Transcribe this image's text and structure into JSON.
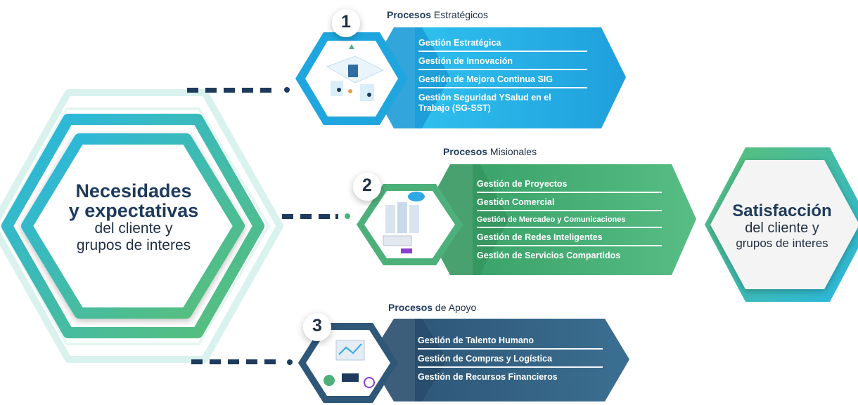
{
  "left_hex": {
    "bold_line1": "Necesidades",
    "bold_line2": "y expectativas",
    "line3": "del cliente y",
    "line4": "grupos de interes"
  },
  "right_hex": {
    "bold_line1": "Satisfacción",
    "line2": "del cliente y",
    "line3": "grupos de interes"
  },
  "sections": [
    {
      "number": "1",
      "title_bold": "Procesos",
      "title_rest": " Estratégicos",
      "color": "#29b3e8",
      "items": [
        "Gestión Estratégica",
        "Gestión de Innovación",
        "Gestión de Mejora Continua SIG",
        "Gestión Seguridad YSalud en el Trabajo (SG-SST)"
      ]
    },
    {
      "number": "2",
      "title_bold": "Procesos",
      "title_rest": " Misionales",
      "color": "#4db07a",
      "items": [
        "Gestión de Proyectos",
        "Gestión Comercial",
        "Gestión de Mercadeo y Comunicaciones",
        "Gestión de Redes Inteligentes",
        "Gestión de Servicios Compartidos"
      ]
    },
    {
      "number": "3",
      "title_bold": "Procesos",
      "title_rest": " de Apoyo",
      "color": "#2f5f80",
      "items": [
        "Gestión de Talento Humano",
        "Gestión de Compras y Logística",
        "Gestión de Recursos Financieros"
      ]
    }
  ]
}
